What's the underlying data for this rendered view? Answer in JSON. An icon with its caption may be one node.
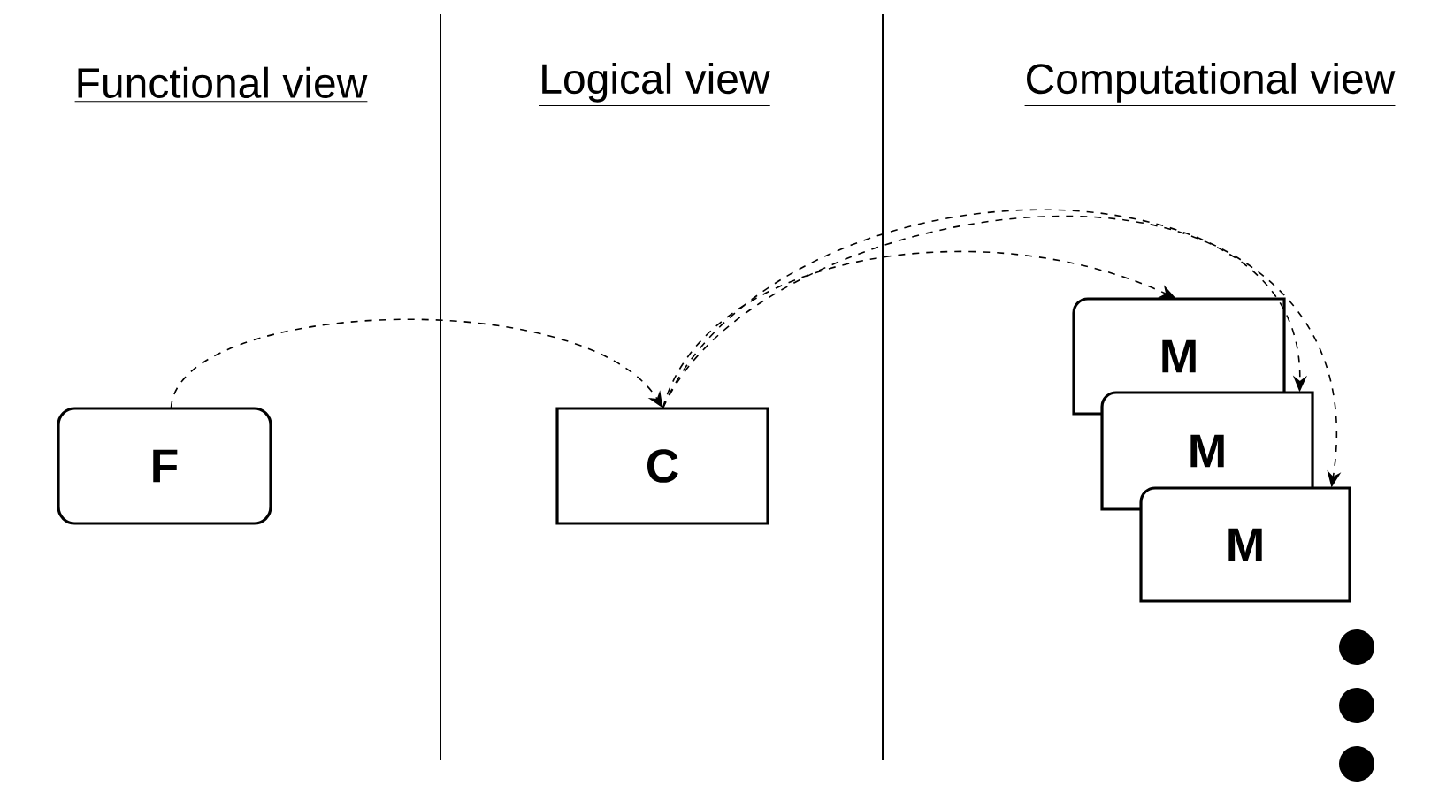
{
  "diagram": {
    "nodes": [
      {
        "text": [
          "F"
        ]
      },
      {
        "text": [
          "C"
        ]
      },
      {
        "text": [
          "M"
        ]
      },
      {
        "text": [
          "M"
        ]
      },
      {
        "text": [
          "M"
        ]
      }
    ],
    "edges": [
      {
        "from": 0,
        "to": 1,
        "arrow": "to",
        "style": "dashed"
      },
      {
        "from": 1,
        "to": 2,
        "arrow": "to",
        "style": "dashed"
      },
      {
        "from": 1,
        "to": 3,
        "arrow": "to",
        "style": "dashed"
      },
      {
        "from": 1,
        "to": 4,
        "arrow": "to",
        "style": "dashed"
      }
    ],
    "labels": [
      "Functional view",
      "Logical view",
      "Computational view"
    ]
  }
}
